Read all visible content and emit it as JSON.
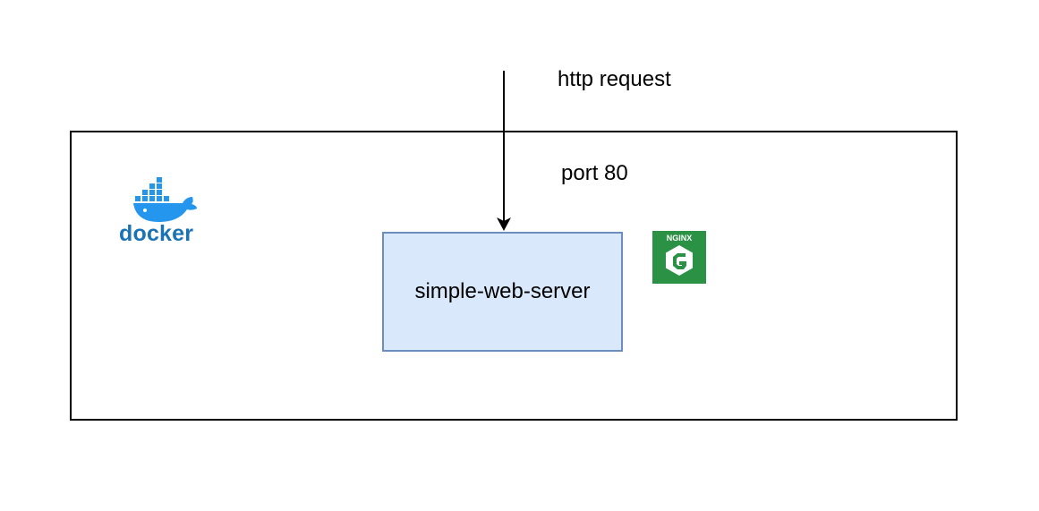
{
  "diagram": {
    "http_label": "http request",
    "port_label": "port 80",
    "server_label": "simple-web-server",
    "docker_label": "docker",
    "nginx_label": "NGINX"
  },
  "colors": {
    "stroke": "#000000",
    "server_fill": "#dae8fc",
    "server_stroke": "#6c8ebf",
    "docker_blue": "#2496ed",
    "docker_text": "#1a73b5",
    "nginx_green": "#2b9245"
  },
  "icons": {
    "docker": "docker-whale-icon",
    "nginx": "nginx-g-icon"
  }
}
